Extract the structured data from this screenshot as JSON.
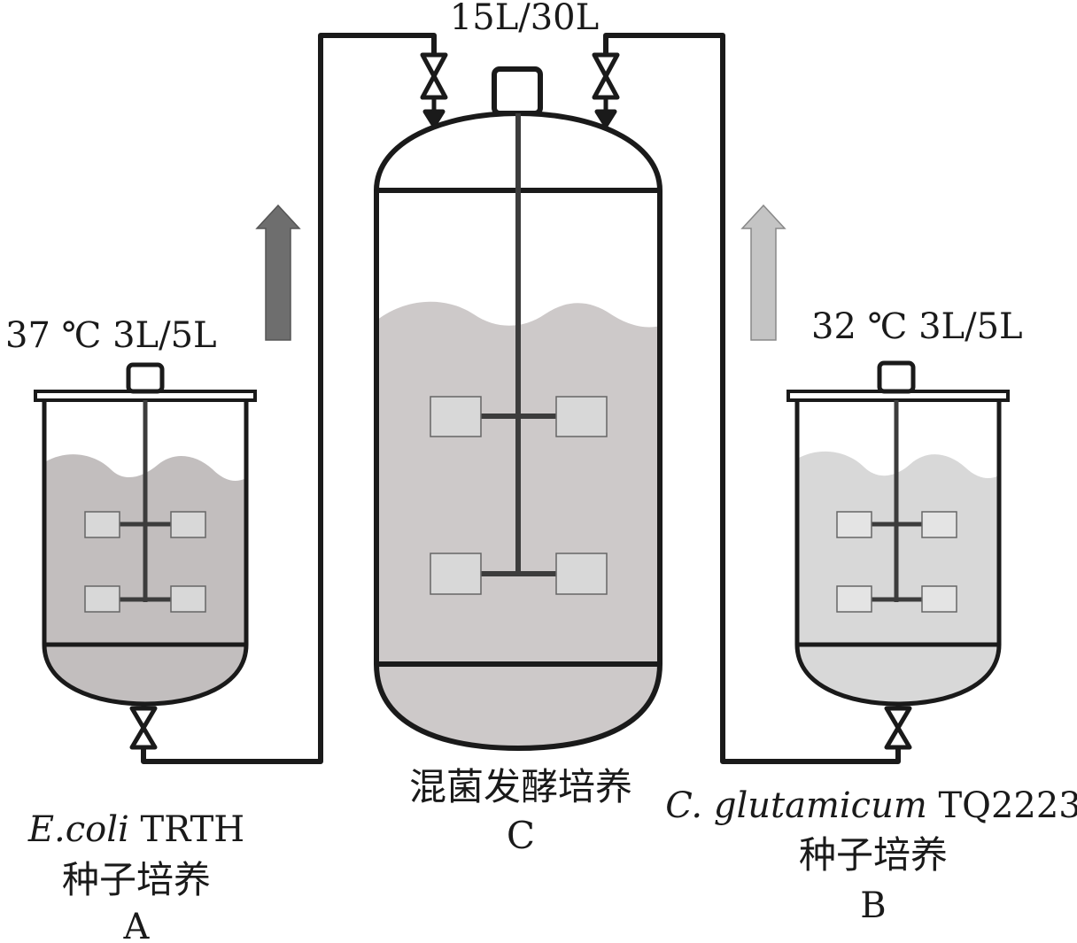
{
  "vessel_c": {
    "volume": "15L/30L",
    "name": "混菌发酵培养",
    "letter": "C"
  },
  "vessel_a": {
    "spec": "37 ℃ 3L/5L",
    "strain_italic": "E.coli",
    "strain_rest": " TRTH",
    "name": "种子培养",
    "letter": "A"
  },
  "vessel_b": {
    "spec": "32 ℃ 3L/5L",
    "strain_italic": "C. glutamicum",
    "strain_rest": " TQ2223",
    "name": "种子培养",
    "letter": "B"
  },
  "colors": {
    "line": "#1a1a1a",
    "liquid_a": "#c2bebe",
    "liquid_b": "#d8d8d8",
    "liquid_c": "#cdc9c9",
    "impeller": "#d8d8d8",
    "arrow_a": "#6e6e6e",
    "arrow_b": "#c4c4c4"
  }
}
